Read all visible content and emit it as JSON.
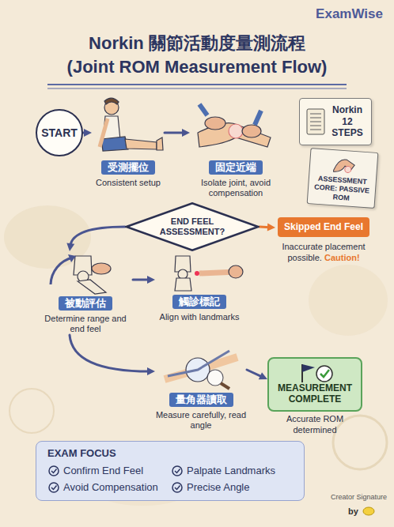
{
  "diagram": {
    "title": "Norkin 關節活動度量測流程 (Joint ROM Measurement Flow)",
    "nodes": [
      {
        "text": [
          "START"
        ]
      },
      {
        "text": [
          "受測擺位",
          "Consistent setup"
        ]
      },
      {
        "text": [
          "固定近端",
          "Isolate joint, avoid compensation"
        ]
      },
      {
        "text": [
          "Norkin 12 STEPS"
        ]
      },
      {
        "text": [
          "ASSESSMENT CORE: PASSIVE ROM"
        ]
      },
      {
        "text": [
          "END FEEL ASSESSMENT?"
        ]
      },
      {
        "text": [
          "Skipped End Feel",
          "Inaccurate placement possible.",
          "Caution!"
        ]
      },
      {
        "text": [
          "被動評估",
          "Determine range and end feel"
        ]
      },
      {
        "text": [
          "觸診標記",
          "Align with landmarks"
        ]
      },
      {
        "text": [
          "量角器讀取",
          "Measure carefully, read angle"
        ]
      },
      {
        "text": [
          "MEASUREMENT COMPLETE",
          "Accurate ROM determined"
        ]
      },
      {
        "text": [
          "EXAM FOCUS"
        ]
      }
    ],
    "edges": [
      {
        "from": 0,
        "to": 1,
        "arrow": "to"
      },
      {
        "from": 1,
        "to": 2,
        "arrow": "to"
      },
      {
        "from": 5,
        "to": 6,
        "arrow": "to"
      },
      {
        "from": 5,
        "to": 7,
        "arrow": "to"
      },
      {
        "from": 7,
        "to": 8,
        "arrow": "to"
      },
      {
        "from": 7,
        "to": 9,
        "arrow": "to"
      },
      {
        "from": 9,
        "to": 10,
        "arrow": "to"
      }
    ],
    "labels": [
      "ExamWise",
      "Confirm End Feel",
      "Palpate Landmarks",
      "Avoid Compensation",
      "Precise Angle",
      "Creator Signature",
      "by"
    ]
  }
}
